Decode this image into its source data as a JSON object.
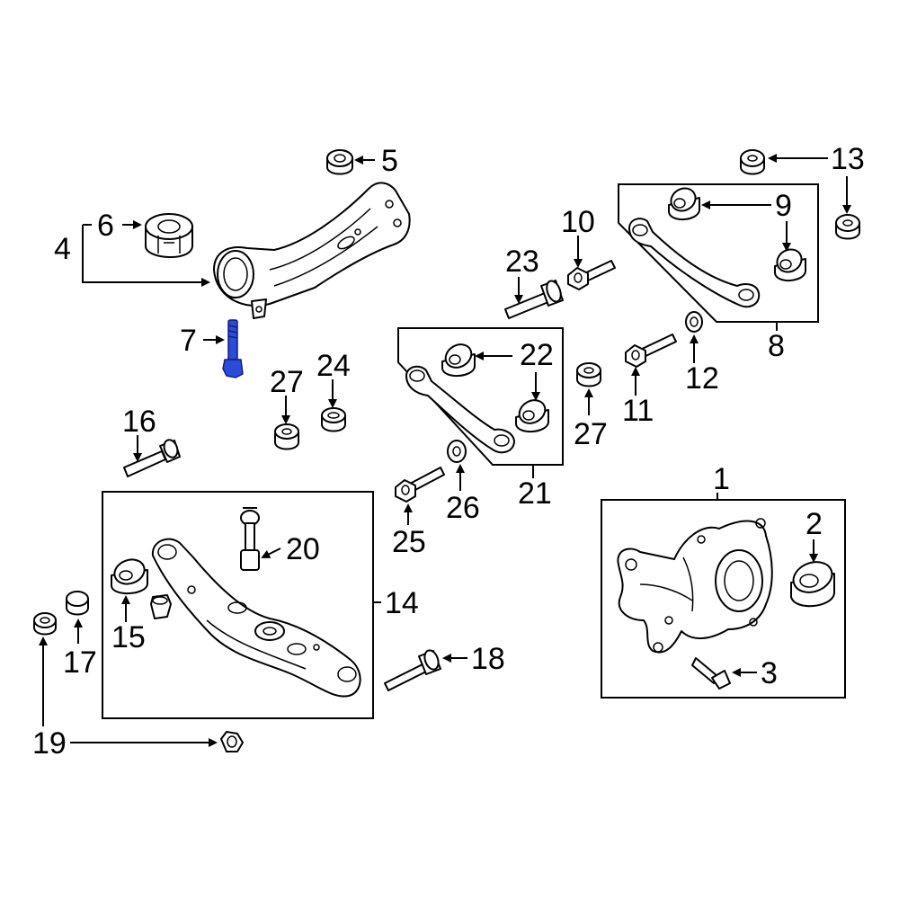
{
  "diagram": {
    "highlight_color": "#2c4bd8",
    "highlighted_part": "7",
    "callouts": [
      {
        "id": "c1",
        "label": "1"
      },
      {
        "id": "c2",
        "label": "2"
      },
      {
        "id": "c3",
        "label": "3"
      },
      {
        "id": "c4",
        "label": "4"
      },
      {
        "id": "c5",
        "label": "5"
      },
      {
        "id": "c6",
        "label": "6"
      },
      {
        "id": "c7",
        "label": "7"
      },
      {
        "id": "c8",
        "label": "8"
      },
      {
        "id": "c9",
        "label": "9"
      },
      {
        "id": "c10",
        "label": "10"
      },
      {
        "id": "c11",
        "label": "11"
      },
      {
        "id": "c12",
        "label": "12"
      },
      {
        "id": "c13",
        "label": "13"
      },
      {
        "id": "c14",
        "label": "14"
      },
      {
        "id": "c15",
        "label": "15"
      },
      {
        "id": "c16",
        "label": "16"
      },
      {
        "id": "c17",
        "label": "17"
      },
      {
        "id": "c18",
        "label": "18"
      },
      {
        "id": "c19",
        "label": "19"
      },
      {
        "id": "c20",
        "label": "20"
      },
      {
        "id": "c21",
        "label": "21"
      },
      {
        "id": "c22",
        "label": "22"
      },
      {
        "id": "c23",
        "label": "23"
      },
      {
        "id": "c24",
        "label": "24"
      },
      {
        "id": "c25",
        "label": "25"
      },
      {
        "id": "c26",
        "label": "26"
      },
      {
        "id": "c27a",
        "label": "27"
      },
      {
        "id": "c27b",
        "label": "27"
      }
    ]
  }
}
